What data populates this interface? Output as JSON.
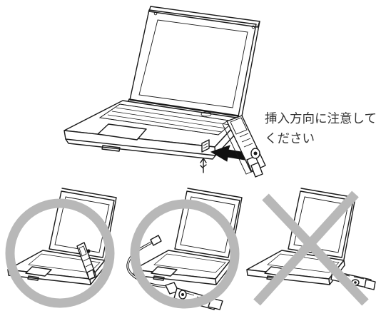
{
  "instruction": {
    "line1": "挿入方向に注意して",
    "line2": "ください"
  },
  "panels": [
    {
      "result": "correct",
      "mark": "circle",
      "connection": "direct"
    },
    {
      "result": "correct",
      "mark": "circle",
      "connection": "usb-extension-cable"
    },
    {
      "result": "incorrect",
      "mark": "cross",
      "connection": "direct-horizontal"
    }
  ],
  "colors": {
    "mark": "#b8b8b8",
    "line": "#1a1a1a",
    "text": "#333333"
  }
}
